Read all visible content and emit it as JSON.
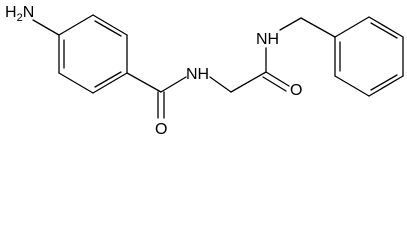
{
  "molecule": {
    "atoms": {
      "amine_h": "H",
      "amine_sub": "2",
      "amine_n": "N",
      "amide_nh_1": "NH",
      "amide_o_1": "O",
      "amide_nh_2": "NH",
      "amide_o_2": "O"
    }
  }
}
